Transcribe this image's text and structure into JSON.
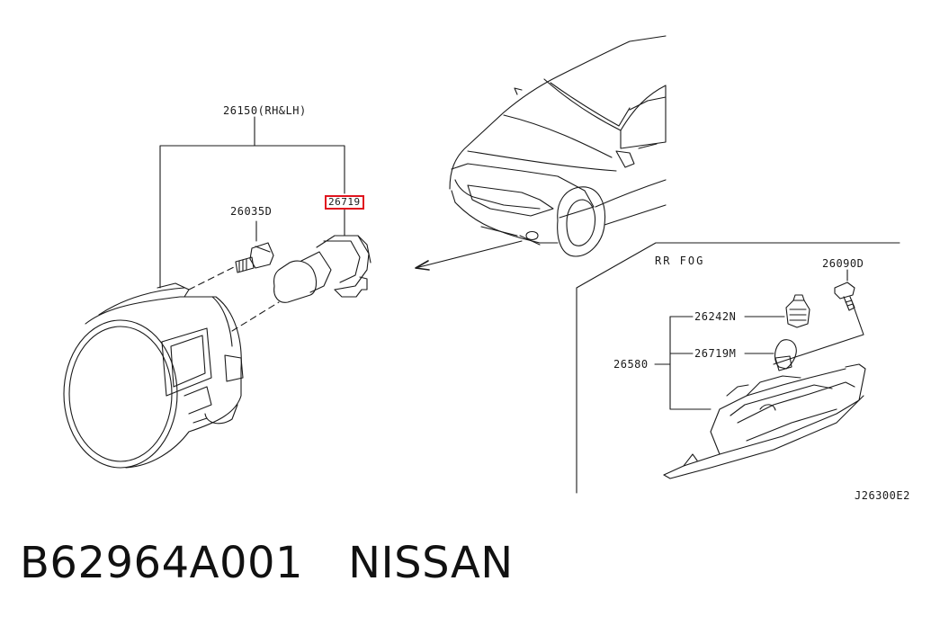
{
  "diagram": {
    "labels": {
      "fog_lamp_assembly": "26150(RH&LH)",
      "bulb_front": "26719",
      "screw": "26035D",
      "rear_section": "RR FOG",
      "rear_screw": "26090D",
      "socket": "26242N",
      "bulb_rear": "26719M",
      "rear_lamp_assembly": "26580",
      "figure_code": "J26300E2"
    },
    "highlight_color": "#e0141e"
  },
  "caption": {
    "part_number": "B62964A001",
    "brand": "NISSAN"
  }
}
